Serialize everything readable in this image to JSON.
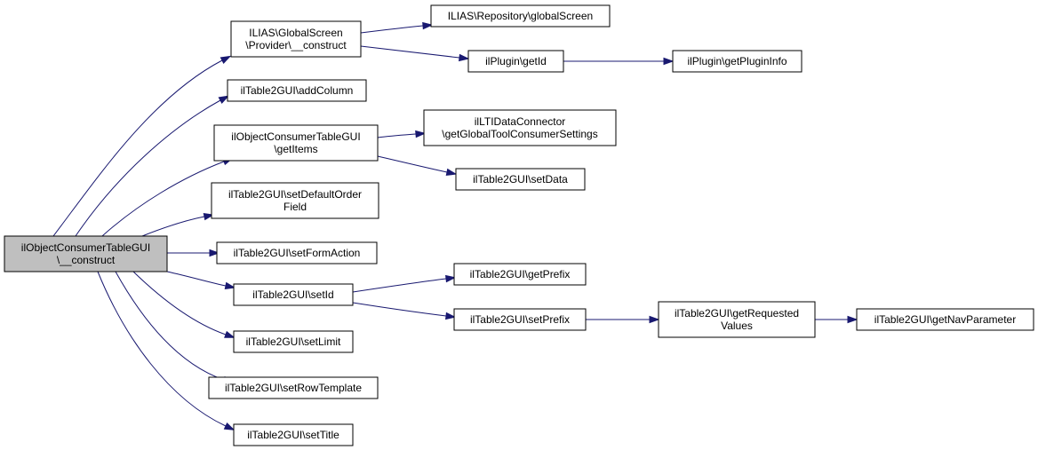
{
  "nodes": [
    {
      "id": "root",
      "lines": [
        "ilObjectConsumerTableGUI",
        "\\__construct"
      ],
      "root": true
    },
    {
      "id": "gs_provider",
      "lines": [
        "ILIAS\\GlobalScreen",
        "\\Provider\\__construct"
      ]
    },
    {
      "id": "repo_gs",
      "lines": [
        "ILIAS\\Repository\\globalScreen"
      ]
    },
    {
      "id": "plugin_getid",
      "lines": [
        "ilPlugin\\getId"
      ]
    },
    {
      "id": "plugin_info",
      "lines": [
        "ilPlugin\\getPluginInfo"
      ]
    },
    {
      "id": "add_column",
      "lines": [
        "ilTable2GUI\\addColumn"
      ]
    },
    {
      "id": "get_items",
      "lines": [
        "ilObjectConsumerTableGUI",
        "\\getItems"
      ]
    },
    {
      "id": "lti_settings",
      "lines": [
        "ilLTIDataConnector",
        "\\getGlobalToolConsumerSettings"
      ]
    },
    {
      "id": "set_data",
      "lines": [
        "ilTable2GUI\\setData"
      ]
    },
    {
      "id": "set_default_order",
      "lines": [
        "ilTable2GUI\\setDefaultOrder",
        "Field"
      ]
    },
    {
      "id": "set_form_action",
      "lines": [
        "ilTable2GUI\\setFormAction"
      ]
    },
    {
      "id": "set_id",
      "lines": [
        "ilTable2GUI\\setId"
      ]
    },
    {
      "id": "get_prefix",
      "lines": [
        "ilTable2GUI\\getPrefix"
      ]
    },
    {
      "id": "set_prefix",
      "lines": [
        "ilTable2GUI\\setPrefix"
      ]
    },
    {
      "id": "get_requested",
      "lines": [
        "ilTable2GUI\\getRequested",
        "Values"
      ]
    },
    {
      "id": "get_nav_param",
      "lines": [
        "ilTable2GUI\\getNavParameter"
      ]
    },
    {
      "id": "set_limit",
      "lines": [
        "ilTable2GUI\\setLimit"
      ]
    },
    {
      "id": "set_row_template",
      "lines": [
        "ilTable2GUI\\setRowTemplate"
      ]
    },
    {
      "id": "set_title",
      "lines": [
        "ilTable2GUI\\setTitle"
      ]
    }
  ],
  "edges": [
    {
      "from": "root",
      "to": "gs_provider"
    },
    {
      "from": "root",
      "to": "add_column"
    },
    {
      "from": "root",
      "to": "get_items"
    },
    {
      "from": "root",
      "to": "set_default_order"
    },
    {
      "from": "root",
      "to": "set_form_action"
    },
    {
      "from": "root",
      "to": "set_id"
    },
    {
      "from": "root",
      "to": "set_limit"
    },
    {
      "from": "root",
      "to": "set_row_template"
    },
    {
      "from": "root",
      "to": "set_title"
    },
    {
      "from": "gs_provider",
      "to": "repo_gs"
    },
    {
      "from": "gs_provider",
      "to": "plugin_getid"
    },
    {
      "from": "plugin_getid",
      "to": "plugin_info"
    },
    {
      "from": "get_items",
      "to": "lti_settings"
    },
    {
      "from": "get_items",
      "to": "set_data"
    },
    {
      "from": "set_id",
      "to": "get_prefix"
    },
    {
      "from": "set_id",
      "to": "set_prefix"
    },
    {
      "from": "set_prefix",
      "to": "get_requested"
    },
    {
      "from": "get_requested",
      "to": "get_nav_param"
    }
  ],
  "colors": {
    "edge": "#191970",
    "root_fill": "#bfbfbf",
    "node_fill": "#ffffff",
    "border": "#000000"
  }
}
